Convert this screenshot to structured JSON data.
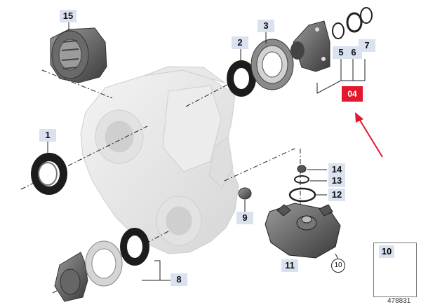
{
  "diagram": {
    "callout_code": "04",
    "reference_number": "478831",
    "legend_part": "10",
    "labels": {
      "p1": "1",
      "p2": "2",
      "p3": "3",
      "p5": "5",
      "p6": "6",
      "p7": "7",
      "p8": "8",
      "p9": "9",
      "p11": "11",
      "p12": "12",
      "p13": "13",
      "p14": "14",
      "p15": "15",
      "p10": "10"
    },
    "colors": {
      "callout": "#e3182d",
      "label_bg": "#d9e2ee",
      "arrow": "#e3182d"
    }
  }
}
